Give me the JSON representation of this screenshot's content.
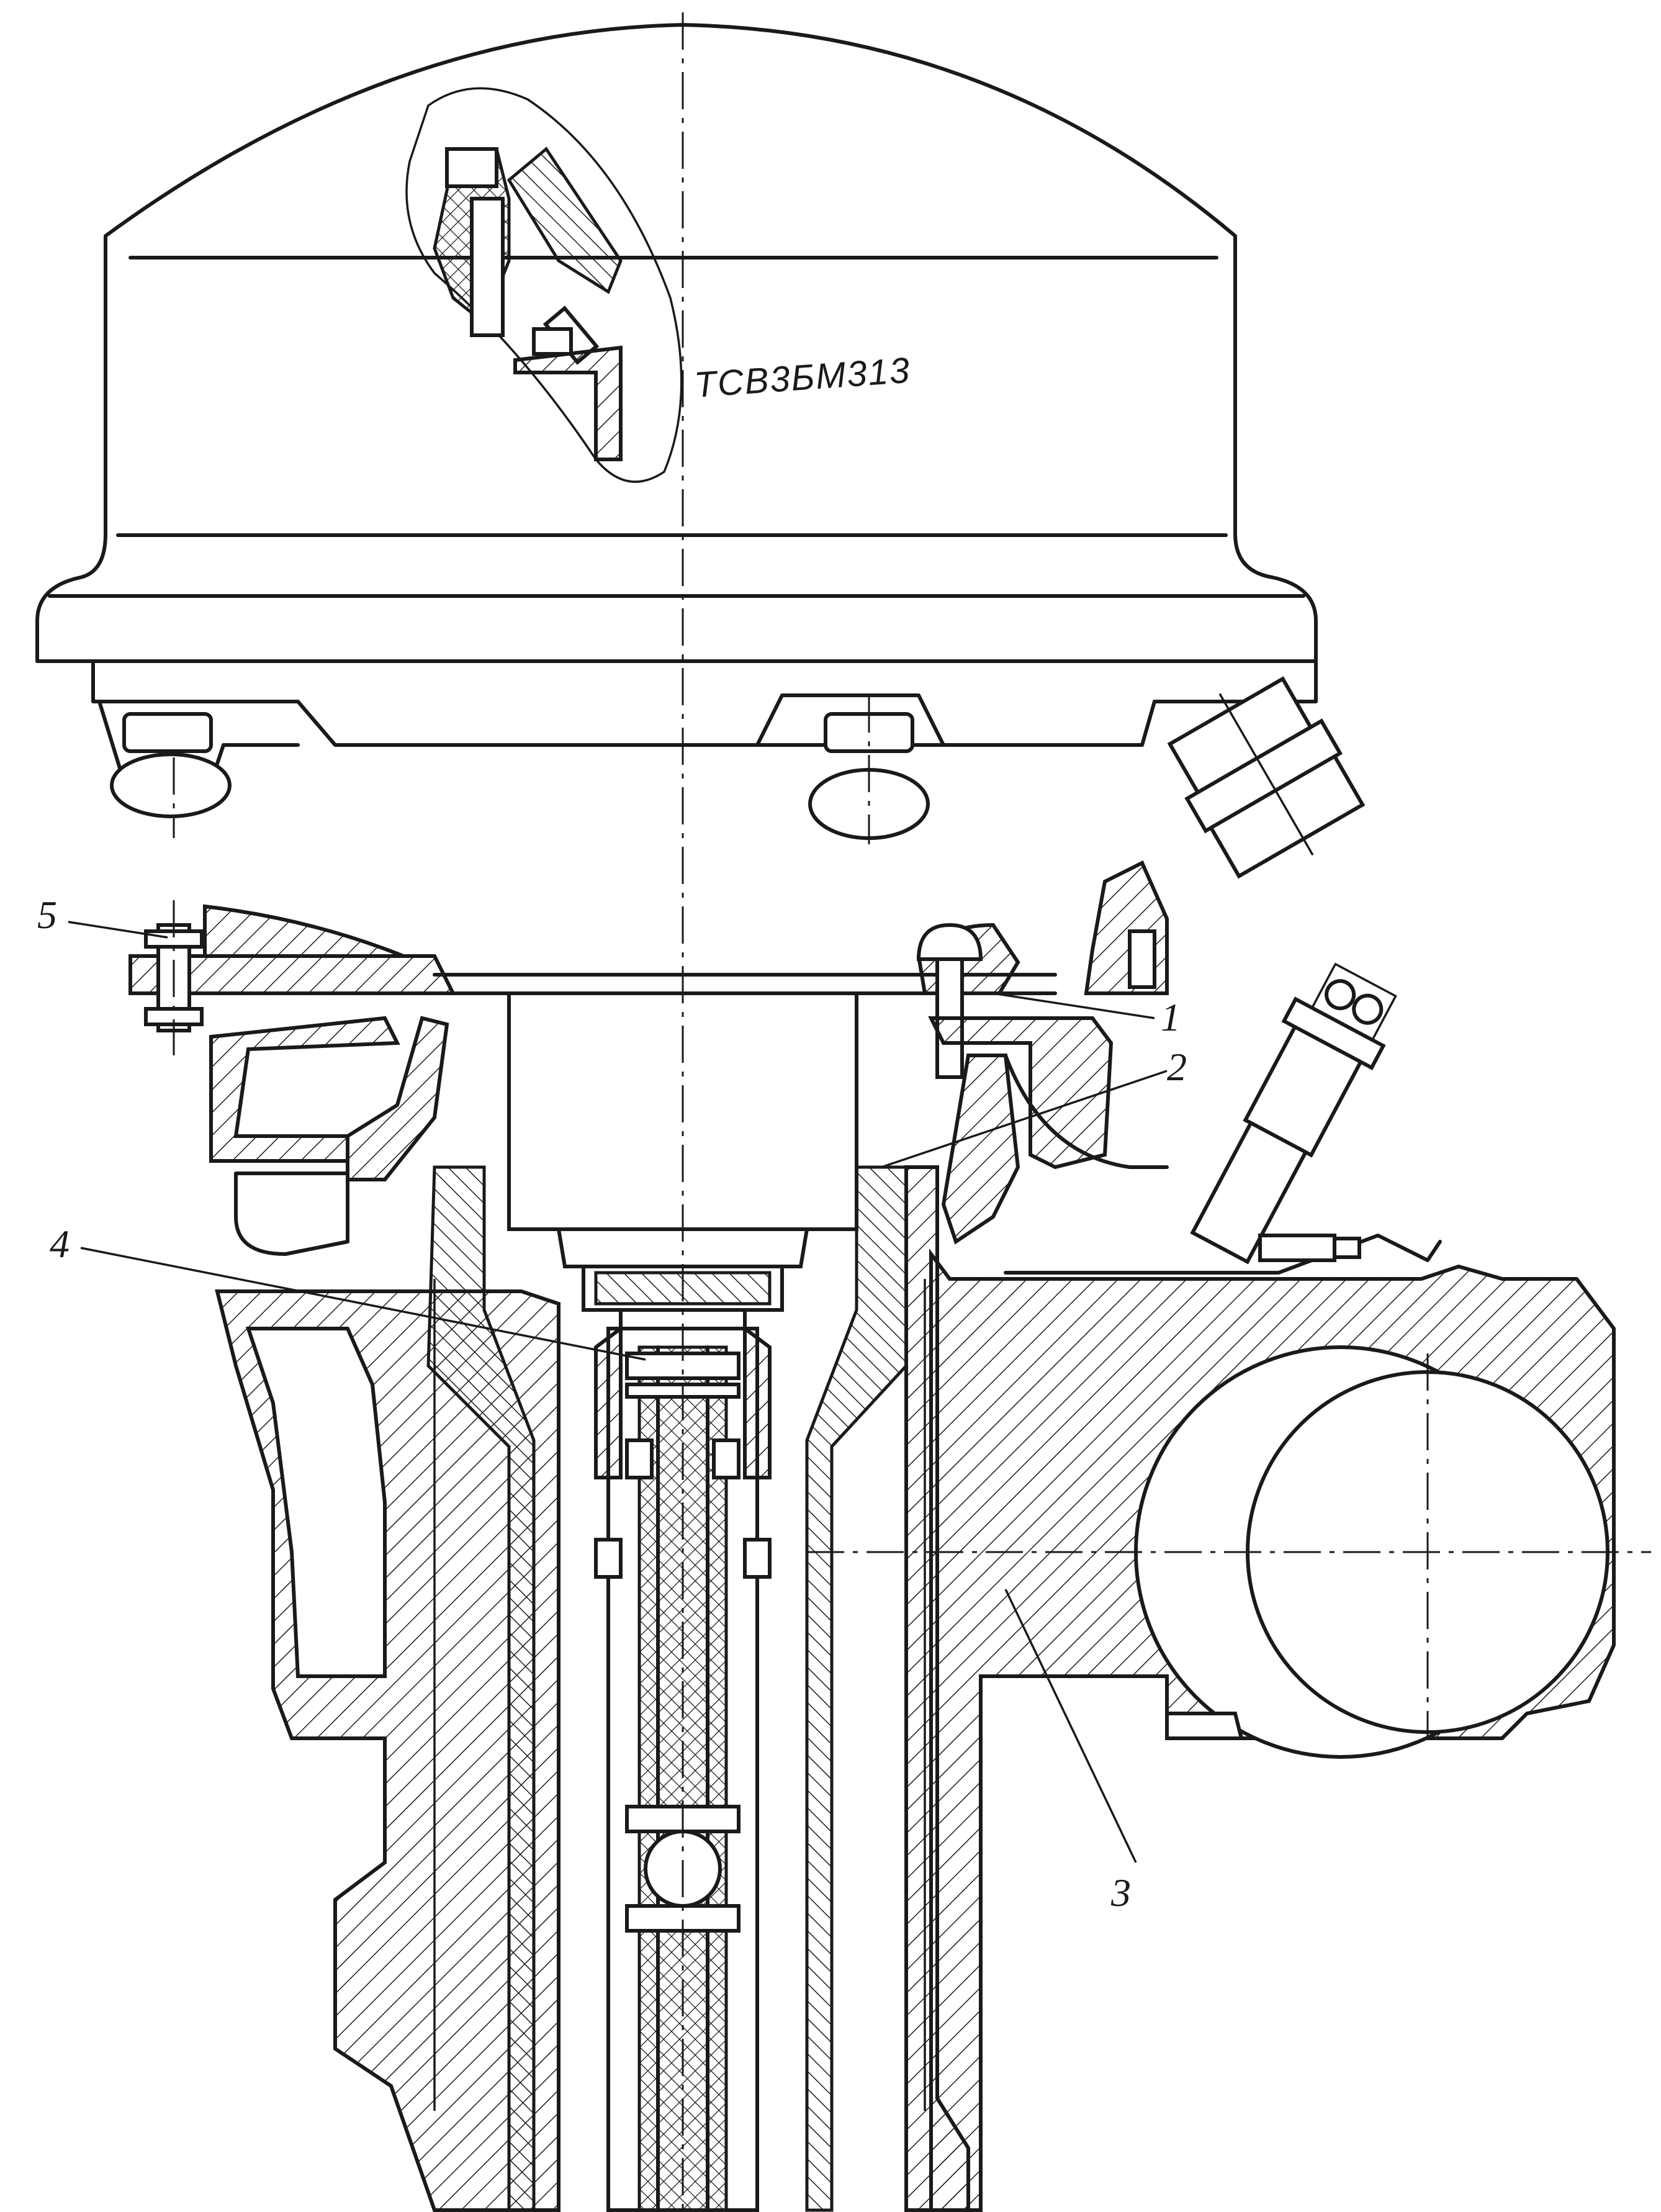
{
  "drawing": {
    "marking_text": "ТСВ3БМ313",
    "callouts": [
      "1",
      "2",
      "3",
      "4",
      "5"
    ]
  }
}
